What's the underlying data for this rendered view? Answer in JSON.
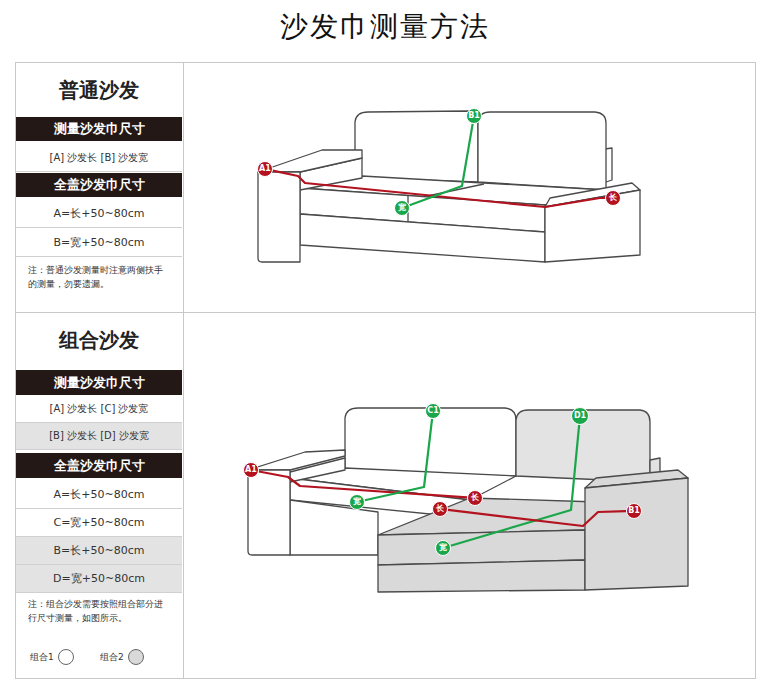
{
  "diagram": {
    "title": "沙发巾测量方法",
    "nodes": [
      {
        "text": [
          "普通沙发"
        ]
      },
      {
        "text": [
          "测量沙发巾尺寸"
        ],
        "in": 0
      },
      {
        "text": [
          "全盖沙发巾尺寸"
        ],
        "in": 0
      },
      {
        "text": [
          "组合沙发"
        ]
      },
      {
        "text": [
          "测量沙发巾尺寸"
        ],
        "in": 3
      },
      {
        "text": [
          "全盖沙发巾尺寸"
        ],
        "in": 3
      },
      {
        "text": [
          "A1"
        ]
      },
      {
        "text": [
          "B1"
        ]
      },
      {
        "text": [
          "宽"
        ]
      },
      {
        "text": [
          "长"
        ]
      },
      {
        "text": [
          "A1"
        ]
      },
      {
        "text": [
          "C1"
        ]
      },
      {
        "text": [
          "宽"
        ]
      },
      {
        "text": [
          "长"
        ]
      },
      {
        "text": [
          "D1"
        ]
      },
      {
        "text": [
          "长"
        ]
      },
      {
        "text": [
          "B1"
        ]
      },
      {
        "text": [
          "宽"
        ]
      }
    ],
    "edges": [
      {
        "from": 6,
        "to": 9,
        "arrow": "none"
      },
      {
        "from": 7,
        "to": 8,
        "arrow": "none"
      },
      {
        "from": 10,
        "to": 13,
        "arrow": "none"
      },
      {
        "from": 11,
        "to": 12,
        "arrow": "none"
      },
      {
        "from": 14,
        "to": 17,
        "arrow": "none"
      },
      {
        "from": 15,
        "to": 16,
        "arrow": "none"
      }
    ],
    "labels": [
      "[A] 沙发长 [B] 沙发宽",
      "A=长+50~80cm",
      "B=宽+50~80cm",
      "注：普通沙发测量时注意两侧扶手的测量，勿要遗漏。",
      "[A] 沙发长 [C] 沙发宽",
      "[B] 沙发长 [D] 沙发宽",
      "A=长+50~80cm",
      "C=宽+50~80cm",
      "B=长+50~80cm",
      "D=宽+50~80cm",
      "注：组合沙发需要按照组合部分进行尺寸测量，如图所示。"
    ],
    "legend": [
      {
        "text": "组合1",
        "color": "#ffffff"
      },
      {
        "text": "组合2",
        "color": "#d9d9d9"
      }
    ]
  }
}
